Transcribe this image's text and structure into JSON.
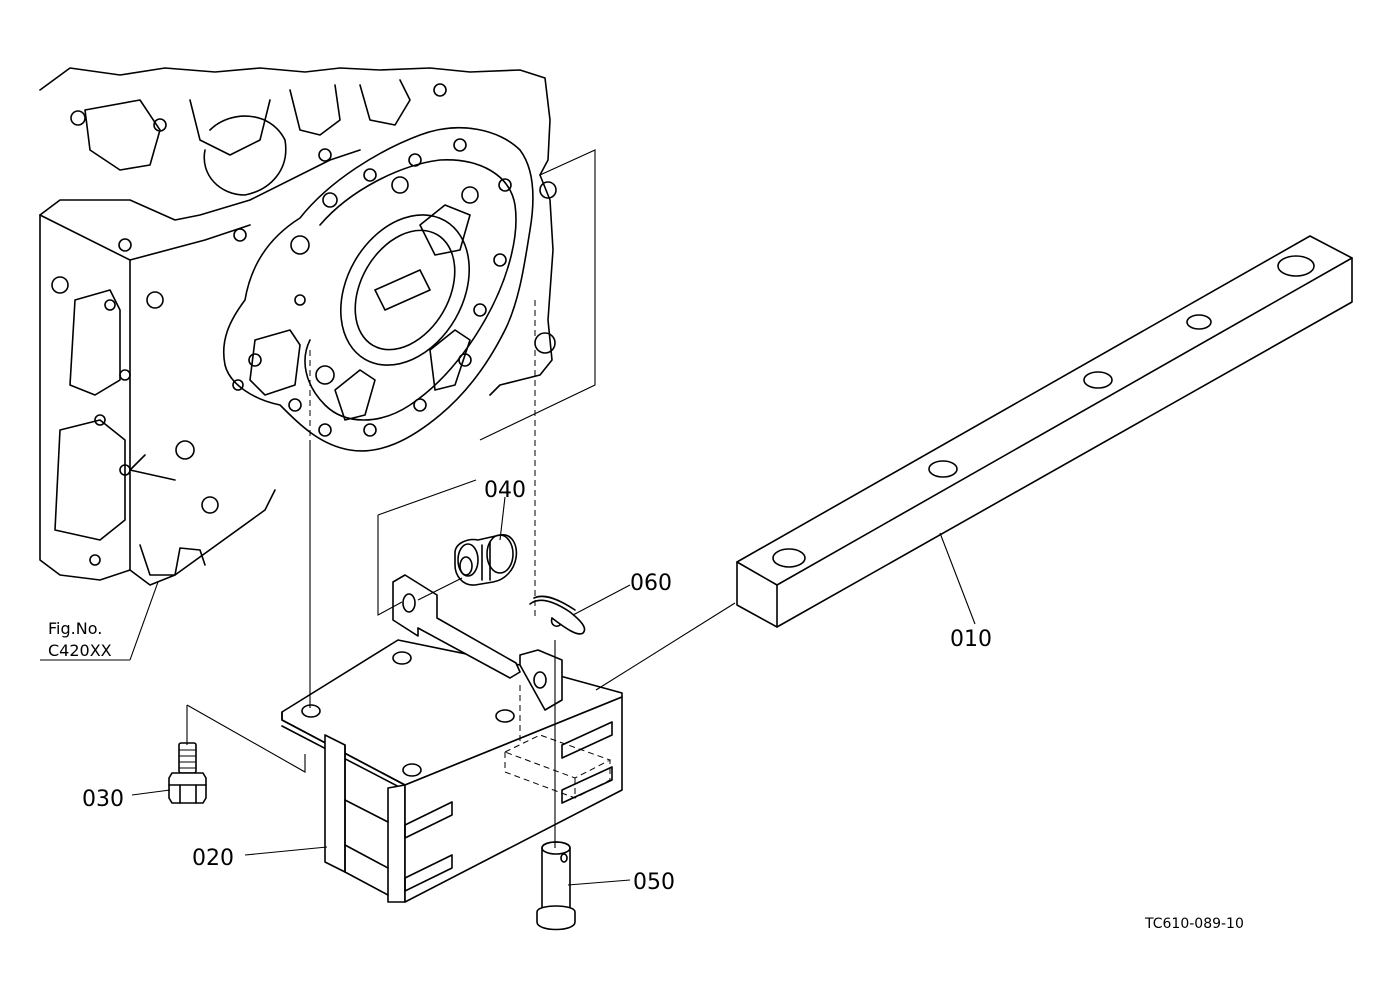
{
  "callouts": {
    "p010": "010",
    "p020": "020",
    "p030": "030",
    "p040": "040",
    "p050": "050",
    "p060": "060"
  },
  "figure_ref": {
    "line1": "Fig.No.",
    "line2": "C420XX"
  },
  "drawing_code": "TC610-089-10"
}
